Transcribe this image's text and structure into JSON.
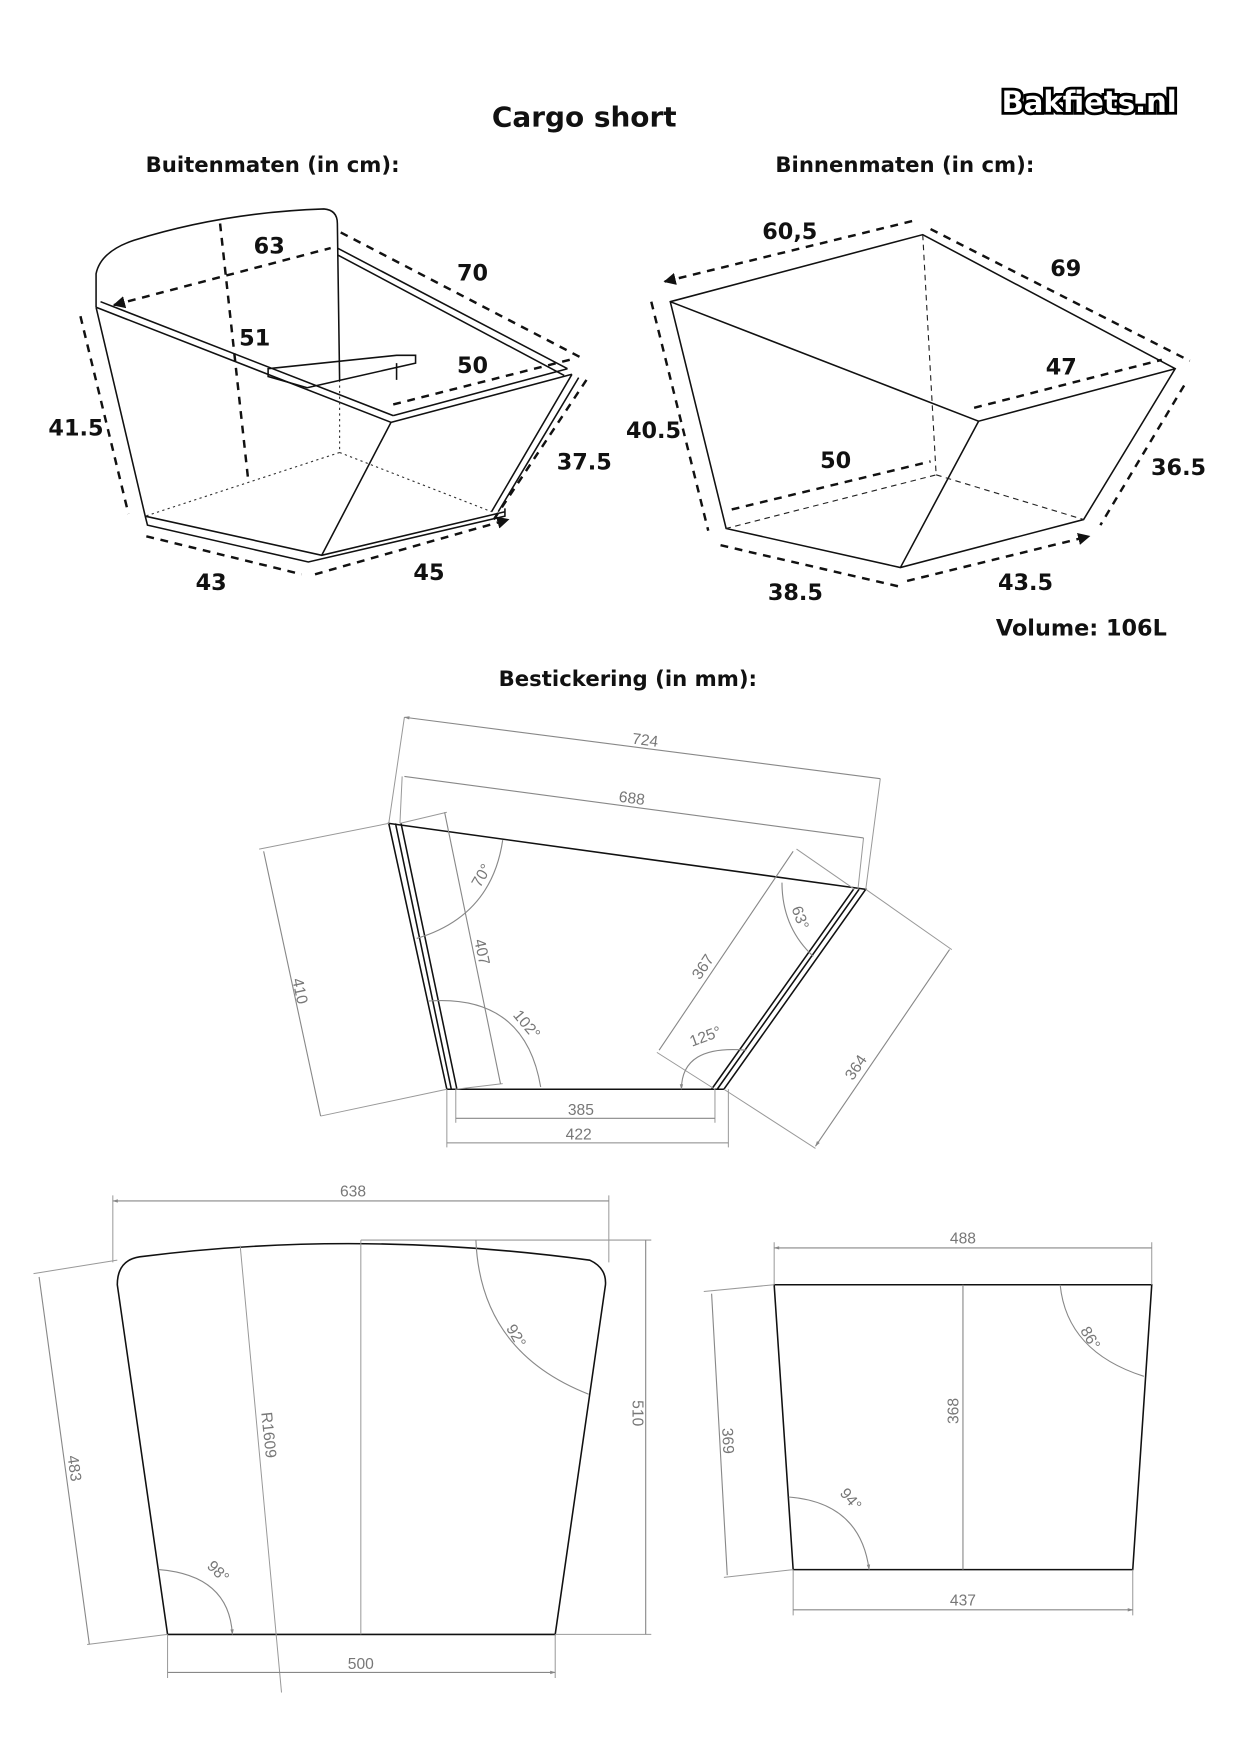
{
  "title": "Cargo short",
  "logo": "Bakfiets.nl",
  "outer": {
    "heading": "Buitenmaten (in cm):",
    "d63": "63",
    "d70": "70",
    "d51": "51",
    "d50": "50",
    "d415": "41.5",
    "d375": "37.5",
    "d43": "43",
    "d45": "45"
  },
  "inner": {
    "heading": "Binnenmaten (in cm):",
    "d605": "60,5",
    "d69": "69",
    "d47": "47",
    "d50": "50",
    "d405": "40.5",
    "d365": "36.5",
    "d385": "38.5",
    "d435": "43.5",
    "volume": "Volume: 106L"
  },
  "sticker": {
    "heading": "Bestickering (in mm):",
    "side": {
      "d724": "724",
      "d688": "688",
      "d410": "410",
      "d407": "407",
      "d385": "385",
      "d422": "422",
      "d367": "367",
      "d364": "364",
      "a70": "70°",
      "a102": "102°",
      "a63": "63°",
      "a125": "125°"
    },
    "back": {
      "d638": "638",
      "d510": "510",
      "d483": "483",
      "r": "R1609",
      "d500": "500",
      "a92": "92°",
      "a98": "98°"
    },
    "front": {
      "d488": "488",
      "d368": "368",
      "d369": "369",
      "d437": "437",
      "a86": "86°",
      "a94": "94°"
    }
  }
}
